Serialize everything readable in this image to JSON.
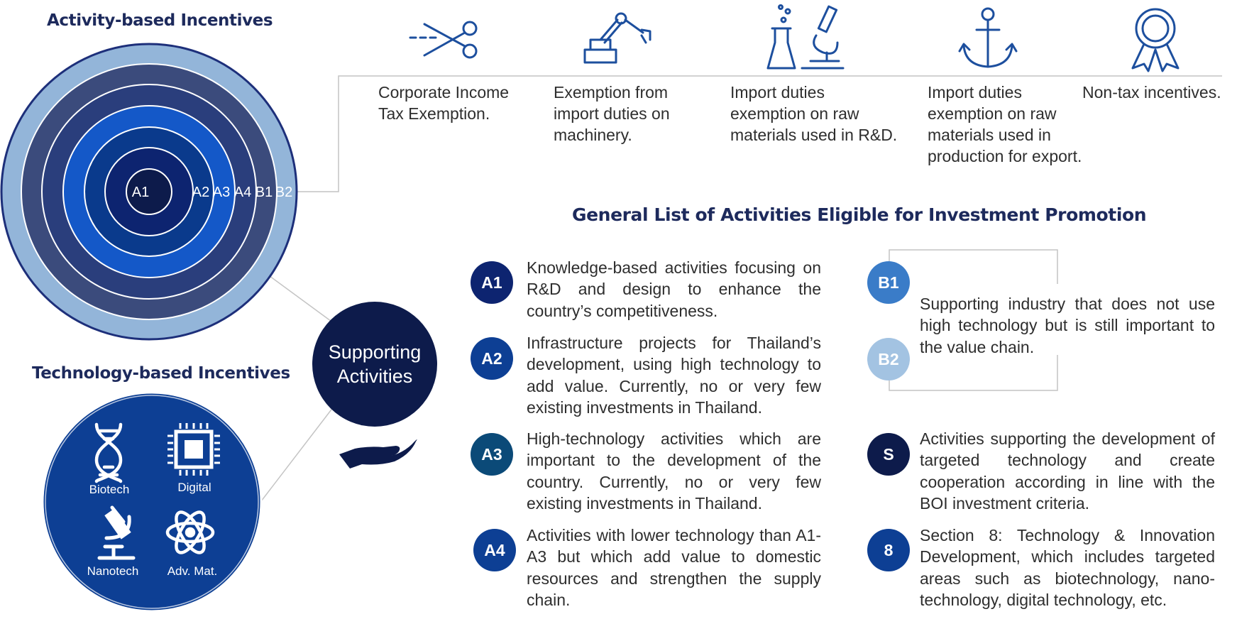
{
  "headings": {
    "activity_based": "Activity-based Incentives",
    "technology_based": "Technology-based Incentives",
    "general_list": "General List of Activities Eligible for Investment Promotion",
    "supporting_line1": "Supporting",
    "supporting_line2": "Activities"
  },
  "rings": [
    "A1",
    "A2",
    "A3",
    "A4",
    "B1",
    "B2"
  ],
  "ring_colors": [
    "#0d2470",
    "#1458c8",
    "#0a3a8c",
    "#2a3e7c",
    "#3b4b7c",
    "#93b5d9"
  ],
  "incentives": [
    {
      "icon": "scissors-icon",
      "text": "Corporate Income\nTax Exemption."
    },
    {
      "icon": "robot-arm-icon",
      "text": "Exemption from\nimport duties on\nmachinery."
    },
    {
      "icon": "lab-flask-microscope-icon",
      "text": "Import  duties\nexemption on raw\nmaterials used in R&D."
    },
    {
      "icon": "anchor-icon",
      "text": "Import  duties\nexemption on raw\nmaterials used in\nproduction for export."
    },
    {
      "icon": "award-ribbon-icon",
      "text": "Non-tax incentives."
    }
  ],
  "technologies": [
    {
      "label": "Biotech",
      "icon": "dna-icon"
    },
    {
      "label": "Digital",
      "icon": "chip-icon"
    },
    {
      "label": "Nanotech",
      "icon": "microscope-icon"
    },
    {
      "label": "Adv. Mat.",
      "icon": "atom-icon"
    }
  ],
  "activities_left": [
    {
      "code": "A1",
      "color": "#0d2470",
      "text": "Knowledge-based activities focusing on R&D and design to enhance the country’s competitiveness."
    },
    {
      "code": "A2",
      "color": "#0d3f94",
      "text": "Infrastructure projects for Thailand’s development, using high technology to add value. Currently, no or very few existing investments in Thailand."
    },
    {
      "code": "A3",
      "color": "#0b4a78",
      "text": "High-technology activities which are important to the development of the country. Currently, no or very few existing investments in Thailand."
    },
    {
      "code": "A4",
      "color": "#0d3f94",
      "text": "Activities with lower technology than A1-A3 but which add value to domestic resources and strengthen the supply chain."
    }
  ],
  "activities_right": {
    "b1": {
      "code": "B1",
      "color": "#3a7cc8"
    },
    "b2": {
      "code": "B2",
      "color": "#a3c3e2"
    },
    "b_text": "Supporting industry that does not use high technology but is still important to the value chain.",
    "s": {
      "code": "S",
      "color": "#0d1b4b",
      "text": "Activities supporting the development of targeted technology and create cooperation according in line with the BOI investment criteria."
    },
    "section8": {
      "code": "8",
      "color": "#0d3f94",
      "text": "Section 8: Technology & Innovation Development, which includes targeted areas such as biotechnology, nano-technology, digital technology, etc."
    }
  }
}
